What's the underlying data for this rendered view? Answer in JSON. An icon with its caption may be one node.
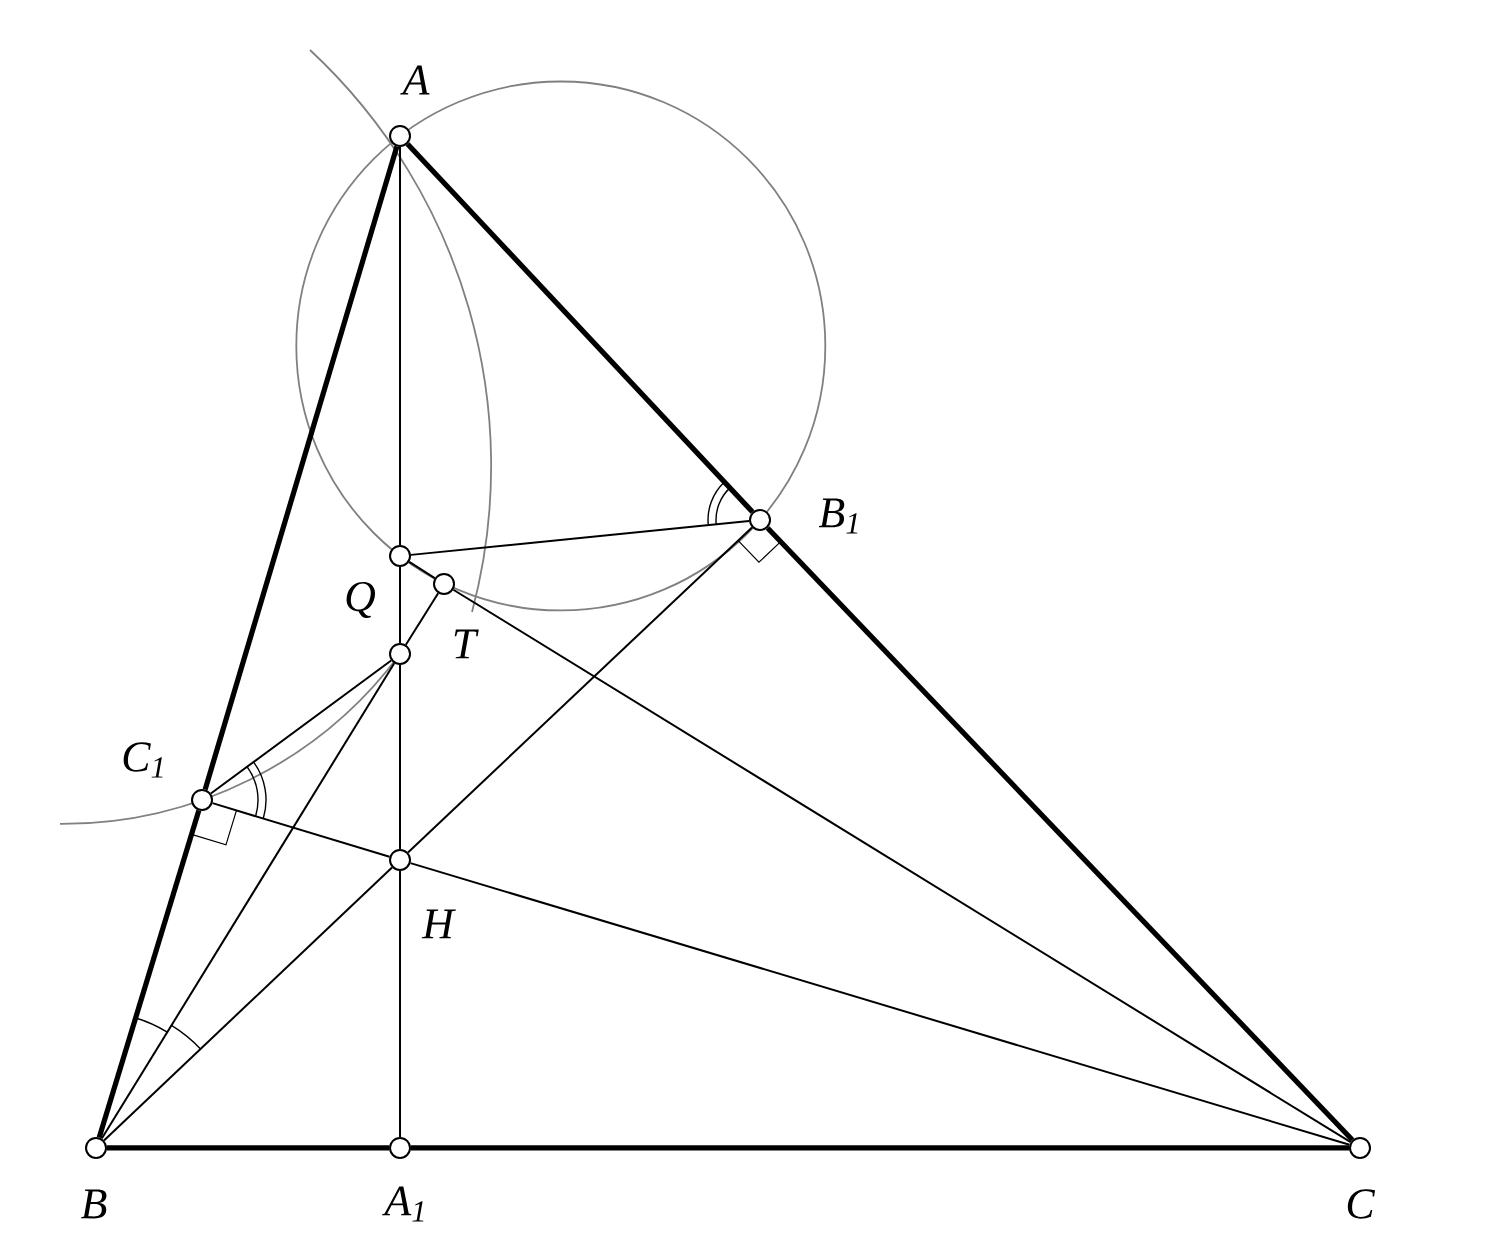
{
  "diagram": {
    "nodes": [
      {
        "text": [],
        "shape": "circle",
        "beside": [
          "A"
        ]
      },
      {
        "text": [],
        "shape": "circle",
        "beside": [
          "B"
        ]
      },
      {
        "text": [],
        "shape": "circle",
        "beside": [
          "C"
        ]
      },
      {
        "text": [],
        "shape": "circle",
        "beside": [
          "A$_{1}$"
        ]
      },
      {
        "text": [],
        "shape": "circle",
        "beside": [
          "B$_{1}$"
        ]
      },
      {
        "text": [],
        "shape": "circle",
        "beside": [
          "C$_{1}$"
        ]
      },
      {
        "text": [],
        "shape": "circle",
        "beside": [
          "H"
        ]
      },
      {
        "text": [],
        "shape": "circle",
        "beside": [
          "Q"
        ]
      },
      {
        "text": [],
        "shape": "circle",
        "beside": [
          "T"
        ]
      },
      {
        "text": [],
        "shape": "circle"
      }
    ],
    "edges": [
      {
        "from": 0,
        "to": 5,
        "arrow": "none",
        "style": "thick"
      },
      {
        "from": 5,
        "to": 1,
        "arrow": "none",
        "style": "thick"
      },
      {
        "from": 0,
        "to": 4,
        "arrow": "none",
        "style": "thick"
      },
      {
        "from": 4,
        "to": 2,
        "arrow": "none",
        "style": "thick"
      },
      {
        "from": 1,
        "to": 3,
        "arrow": "none",
        "style": "thick"
      },
      {
        "from": 3,
        "to": 2,
        "arrow": "none",
        "style": "thick"
      },
      {
        "from": 0,
        "to": 7,
        "arrow": "none"
      },
      {
        "from": 7,
        "to": 9,
        "arrow": "none"
      },
      {
        "from": 9,
        "to": 6,
        "arrow": "none"
      },
      {
        "from": 6,
        "to": 3,
        "arrow": "none"
      },
      {
        "from": 1,
        "to": 6,
        "arrow": "none"
      },
      {
        "from": 6,
        "to": 4,
        "arrow": "none"
      },
      {
        "from": 5,
        "to": 6,
        "arrow": "none"
      },
      {
        "from": 6,
        "to": 2,
        "arrow": "none"
      },
      {
        "from": 7,
        "to": 4,
        "arrow": "none"
      },
      {
        "from": 7,
        "to": 8,
        "arrow": "none"
      },
      {
        "from": 8,
        "to": 2,
        "arrow": "none"
      },
      {
        "from": 1,
        "to": 9,
        "arrow": "none"
      },
      {
        "from": 9,
        "to": 8,
        "arrow": "none"
      },
      {
        "from": 5,
        "to": 9,
        "arrow": "none"
      }
    ]
  }
}
